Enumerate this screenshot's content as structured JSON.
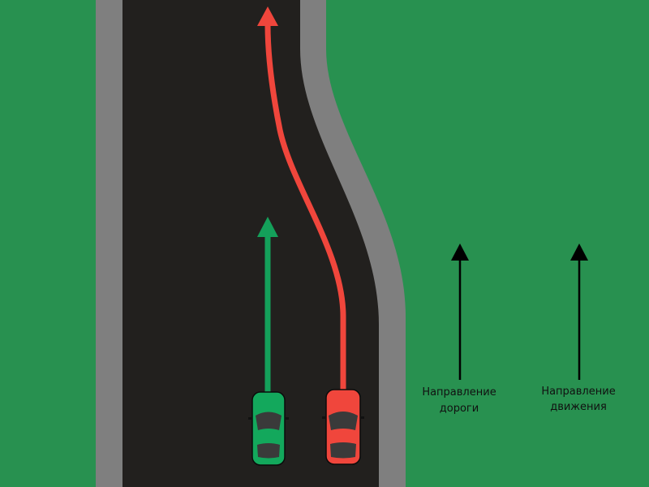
{
  "colors": {
    "grass": "#289150",
    "curb": "#7f7f7f",
    "asphalt": "#22201e",
    "red_path": "#f0463c",
    "green_path": "#14a05a",
    "red_car": "#f0463c",
    "green_car": "#13a85c",
    "arrow": "#000000"
  },
  "labels": {
    "road_direction": [
      "Направление",
      "дороги"
    ],
    "movement_direction": [
      "Направление",
      "движения"
    ]
  }
}
